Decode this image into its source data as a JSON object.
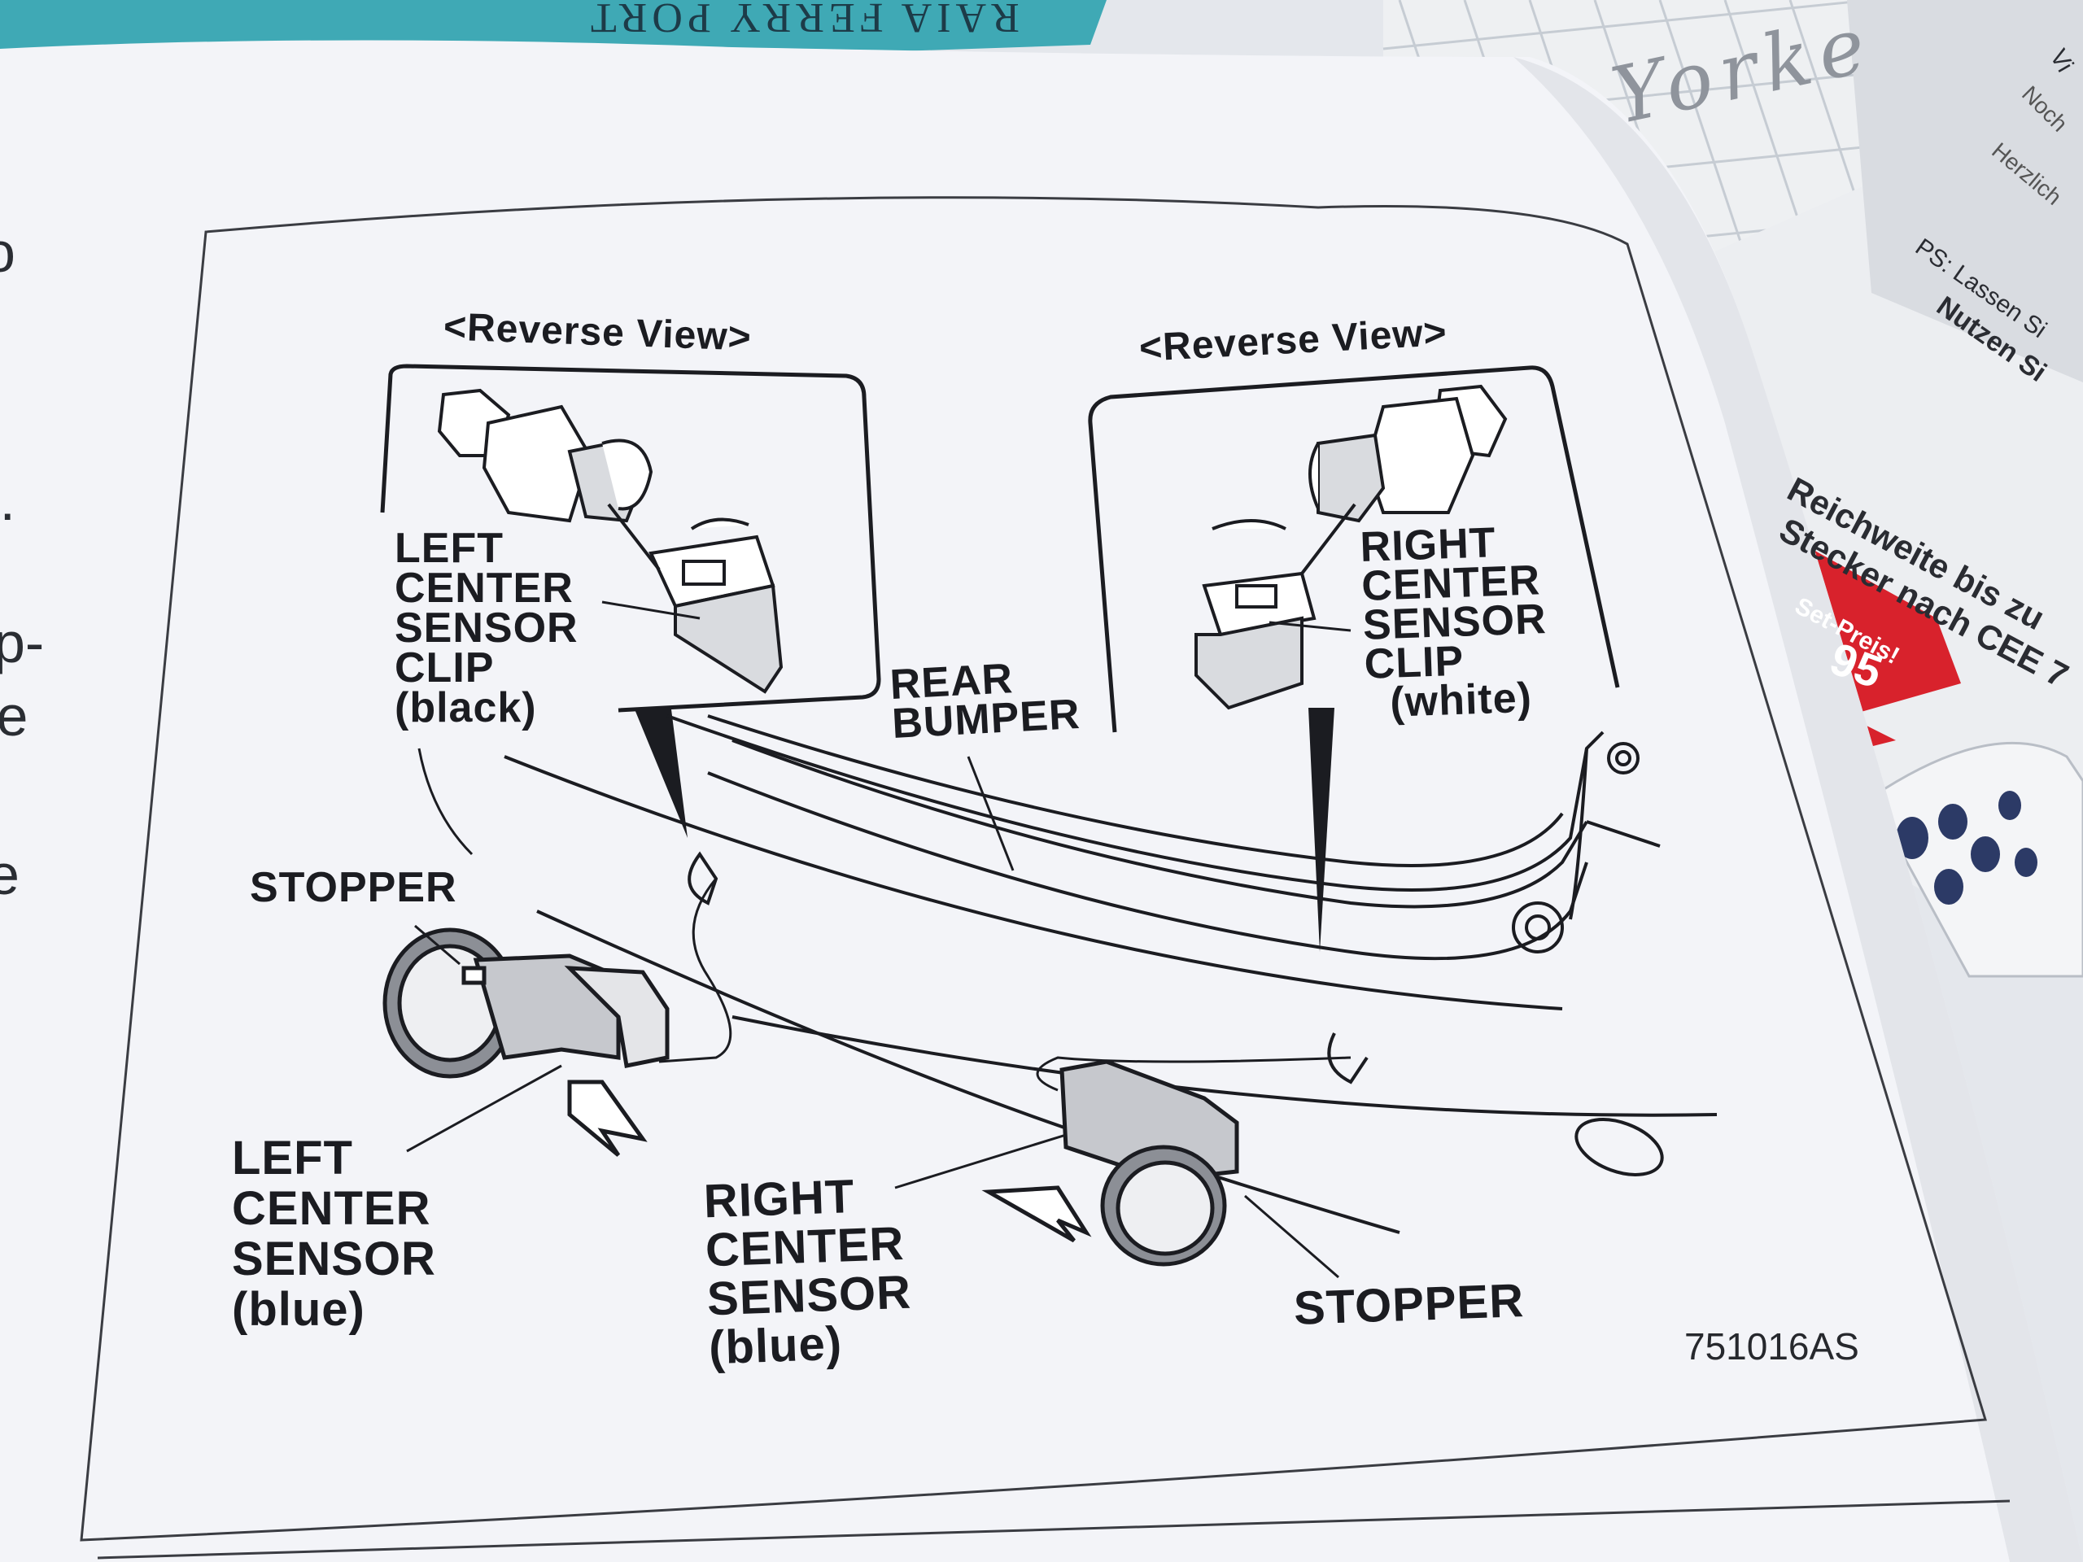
{
  "book_cover": {
    "spine_text": "RAIA FERRY PORT"
  },
  "page_edge_fragments": {
    "f1": "o",
    "f2": "/.",
    "f3": "p-",
    "f4": "ie",
    "f5": "e"
  },
  "diagram": {
    "left_inset_heading": "<Reverse View>",
    "right_inset_heading": "<Reverse View>",
    "left_clip_label": {
      "l1": "LEFT",
      "l2": "CENTER",
      "l3": "SENSOR",
      "l4": "CLIP",
      "l5": "(black)"
    },
    "right_clip_label": {
      "l1": "RIGHT",
      "l2": "CENTER",
      "l3": "SENSOR",
      "l4": "CLIP",
      "l5": "(white)"
    },
    "rear_bumper_label": {
      "l1": "REAR",
      "l2": "BUMPER"
    },
    "stopper_left": "STOPPER",
    "stopper_right": "STOPPER",
    "left_sensor_label": {
      "l1": "LEFT",
      "l2": "CENTER",
      "l3": "SENSOR",
      "l4": "(blue)"
    },
    "right_sensor_label": {
      "l1": "RIGHT",
      "l2": "CENTER",
      "l3": "SENSOR",
      "l4": "(blue)"
    },
    "figure_code": "751016AS"
  },
  "background_flyer": {
    "line_a": "Reichweite bis zu",
    "line_b": "Stecker nach CEE 7",
    "badge_a": "Set-Preis!",
    "badge_b": "95",
    "note_a": "PS: Lassen Si",
    "note_b": "Nutzen Si",
    "note_c": "Herzlich",
    "note_d": "Noch",
    "note_e": "Vi"
  },
  "handwritten_note": {
    "text": "Yorke"
  },
  "colors": {
    "paper": "#f3f4f8",
    "ink": "#1b1c21",
    "cover": "#3fa9b5",
    "flyer_red": "#d8222c"
  }
}
